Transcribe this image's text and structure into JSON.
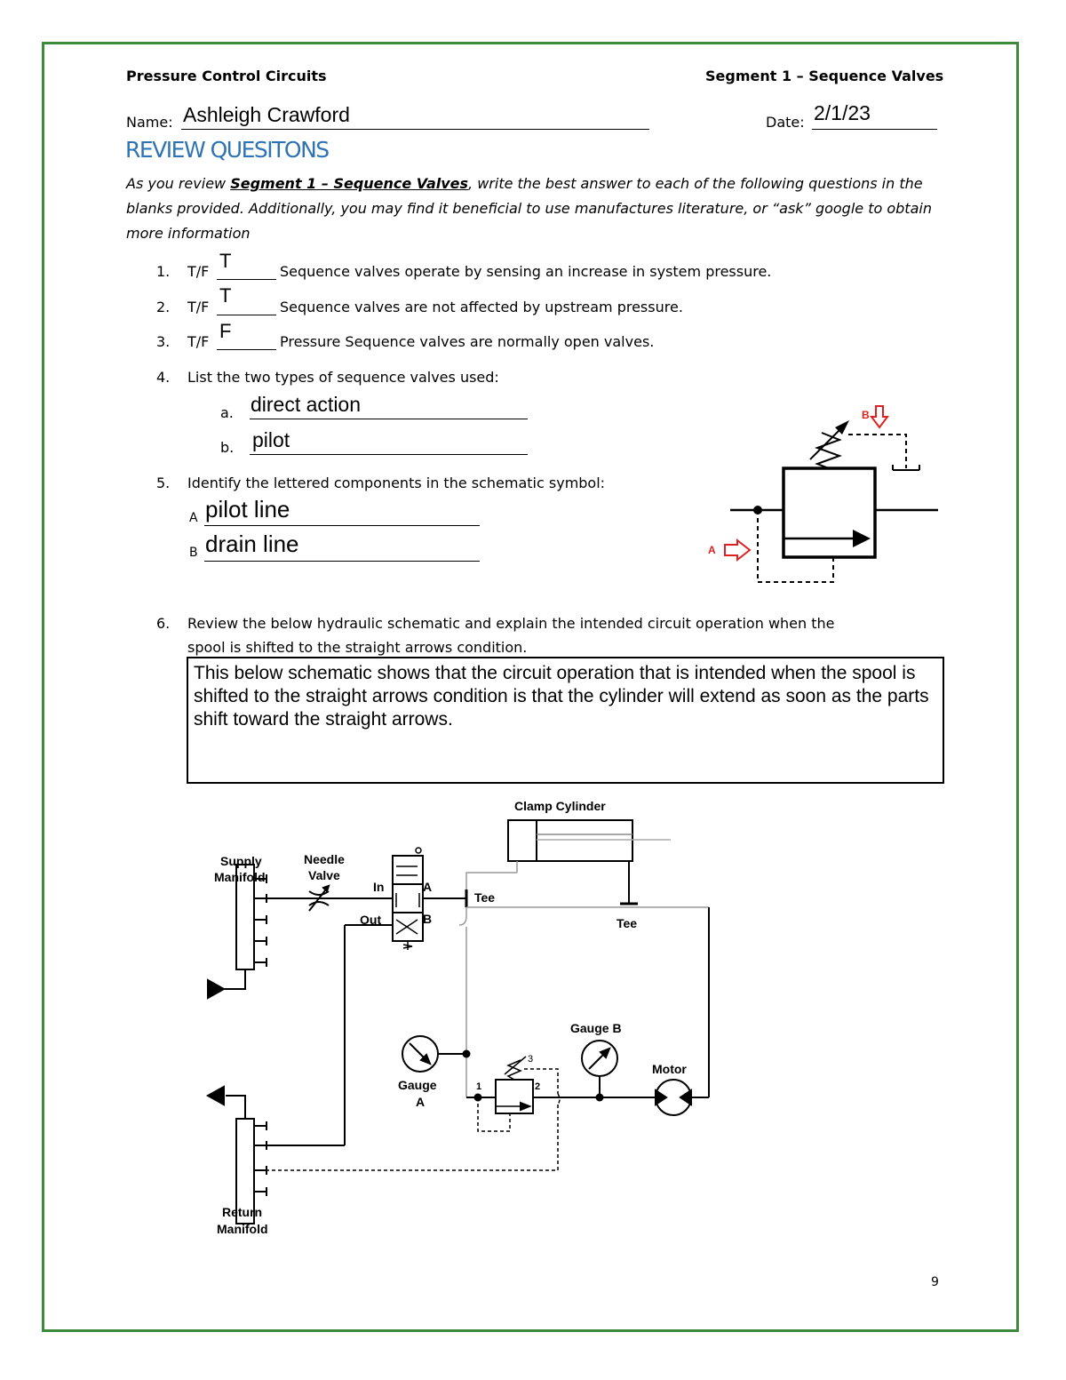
{
  "header": {
    "left": "Pressure Control Circuits",
    "right": "Segment 1 – Sequence Valves"
  },
  "form": {
    "name_label": "Name:",
    "name_value": "Ashleigh Crawford",
    "date_label": "Date:",
    "date_value": "2/1/23"
  },
  "title": "REVIEW QUESITONS",
  "intro": {
    "pre": "As you review ",
    "link": "Segment 1 – Sequence Valves",
    "post": ", write the best answer to each of the following questions in the blanks provided. Additionally, you may find it beneficial to use manufactures literature, or “ask” google to obtain more information"
  },
  "questions": [
    {
      "num": "1.",
      "prefix": "T/F",
      "answer": "T",
      "text": "Sequence valves operate by sensing an increase in system pressure."
    },
    {
      "num": "2.",
      "prefix": "T/F",
      "answer": "T",
      "text": "Sequence valves are not affected by upstream pressure."
    },
    {
      "num": "3.",
      "prefix": "T/F",
      "answer": "F",
      "text": "Pressure Sequence valves are normally open valves."
    }
  ],
  "q4": {
    "num": "4.",
    "text": "List the two types of sequence valves used:",
    "a_label": "a.",
    "a_answer": "direct action",
    "b_label": "b.",
    "b_answer": "pilot"
  },
  "q5": {
    "num": "5.",
    "text": "Identify the lettered components in the schematic symbol:",
    "a_label": "A",
    "a_answer": "pilot line",
    "b_label": "B",
    "b_answer": "drain line"
  },
  "symbol": {
    "label_a": "A",
    "label_b": "B",
    "marker_color": "#e02020"
  },
  "q6": {
    "num": "6.",
    "text_line1": "Review the below hydraulic schematic and explain the intended circuit operation when the",
    "text_line2": "spool is shifted to the straight arrows condition.",
    "answer": "This below schematic shows that the circuit operation that is intended when the spool is shifted to the straight arrows condition is that the cylinder will extend as soon as the parts shift toward the straight arrows."
  },
  "schematic": {
    "clamp_cylinder": "Clamp Cylinder",
    "supply_manifold_1": "Supply",
    "supply_manifold_2": "Manifold",
    "needle_valve_1": "Needle",
    "needle_valve_2": "Valve",
    "in": "In",
    "out": "Out",
    "port_a": "A",
    "port_b": "B",
    "tee1": "Tee",
    "tee2": "Tee",
    "gauge_a_1": "Gauge",
    "gauge_a_2": "A",
    "gauge_b": "Gauge B",
    "motor": "Motor",
    "port_1": "1",
    "port_2": "2",
    "port_3": "3",
    "return_manifold_1": "Return",
    "return_manifold_2": "Manifold"
  },
  "page_number": "9",
  "colors": {
    "border": "#3d8a3a",
    "title": "#2e74b5",
    "accent_red": "#e02020"
  }
}
